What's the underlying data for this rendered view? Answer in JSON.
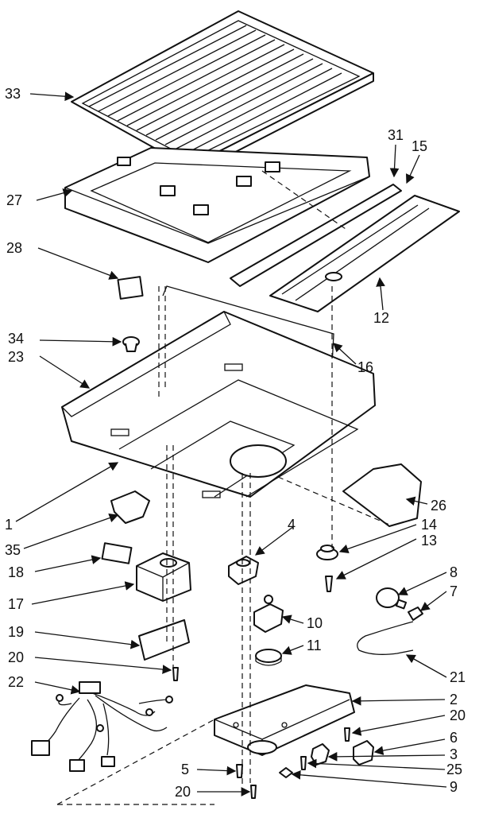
{
  "diagram": {
    "labels": {
      "p33": "33",
      "p31": "31",
      "p15": "15",
      "p27": "27",
      "p28": "28",
      "p12": "12",
      "p34": "34",
      "p23": "23",
      "p16": "16",
      "p1": "1",
      "p26": "26",
      "p35": "35",
      "p4": "4",
      "p14": "14",
      "p13": "13",
      "p18": "18",
      "p17": "17",
      "p8": "8",
      "p7": "7",
      "p19": "19",
      "p10": "10",
      "p11": "11",
      "p20a": "20",
      "p21": "21",
      "p22": "22",
      "p2": "2",
      "p20b": "20",
      "p6": "6",
      "p3": "3",
      "p25": "25",
      "p5": "5",
      "p20c": "20",
      "p9": "9"
    }
  }
}
